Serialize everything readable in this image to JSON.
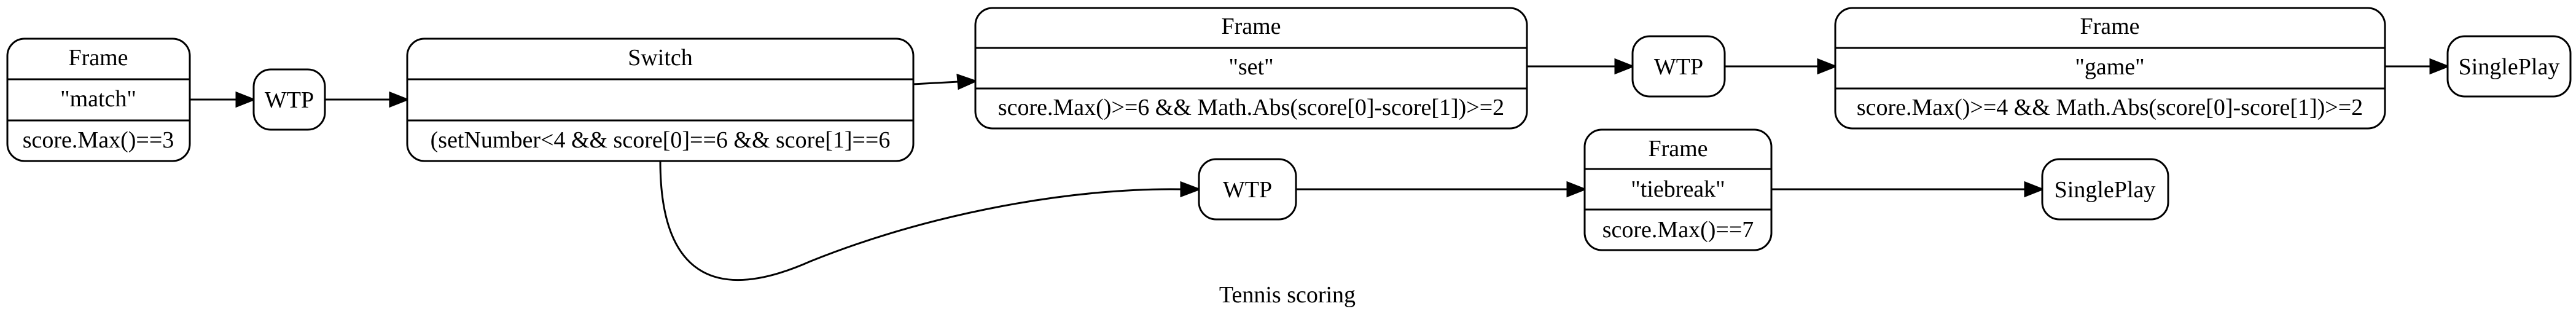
{
  "diagram": {
    "caption": "Tennis scoring",
    "nodes": {
      "match": {
        "type": "Frame",
        "name": "\"match\"",
        "condition": "score.Max()==3"
      },
      "wtp1": {
        "label": "WTP"
      },
      "switch": {
        "type": "Switch",
        "name": "",
        "condition": "(setNumber<4 && score[0]==6 && score[1]==6"
      },
      "set": {
        "type": "Frame",
        "name": "\"set\"",
        "condition": "score.Max()>=6 && Math.Abs(score[0]-score[1])>=2"
      },
      "wtp2": {
        "label": "WTP"
      },
      "game": {
        "type": "Frame",
        "name": "\"game\"",
        "condition": "score.Max()>=4 && Math.Abs(score[0]-score[1])>=2"
      },
      "singleplay1": {
        "label": "SinglePlay"
      },
      "wtp3": {
        "label": "WTP"
      },
      "tiebreak": {
        "type": "Frame",
        "name": "\"tiebreak\"",
        "condition": "score.Max()==7"
      },
      "singleplay2": {
        "label": "SinglePlay"
      }
    },
    "edges": [
      {
        "from": "match",
        "to": "wtp1"
      },
      {
        "from": "wtp1",
        "to": "switch"
      },
      {
        "from": "switch",
        "to": "set"
      },
      {
        "from": "switch",
        "to": "wtp3"
      },
      {
        "from": "set",
        "to": "wtp2"
      },
      {
        "from": "wtp2",
        "to": "game"
      },
      {
        "from": "game",
        "to": "singleplay1"
      },
      {
        "from": "wtp3",
        "to": "tiebreak"
      },
      {
        "from": "tiebreak",
        "to": "singleplay2"
      }
    ]
  }
}
